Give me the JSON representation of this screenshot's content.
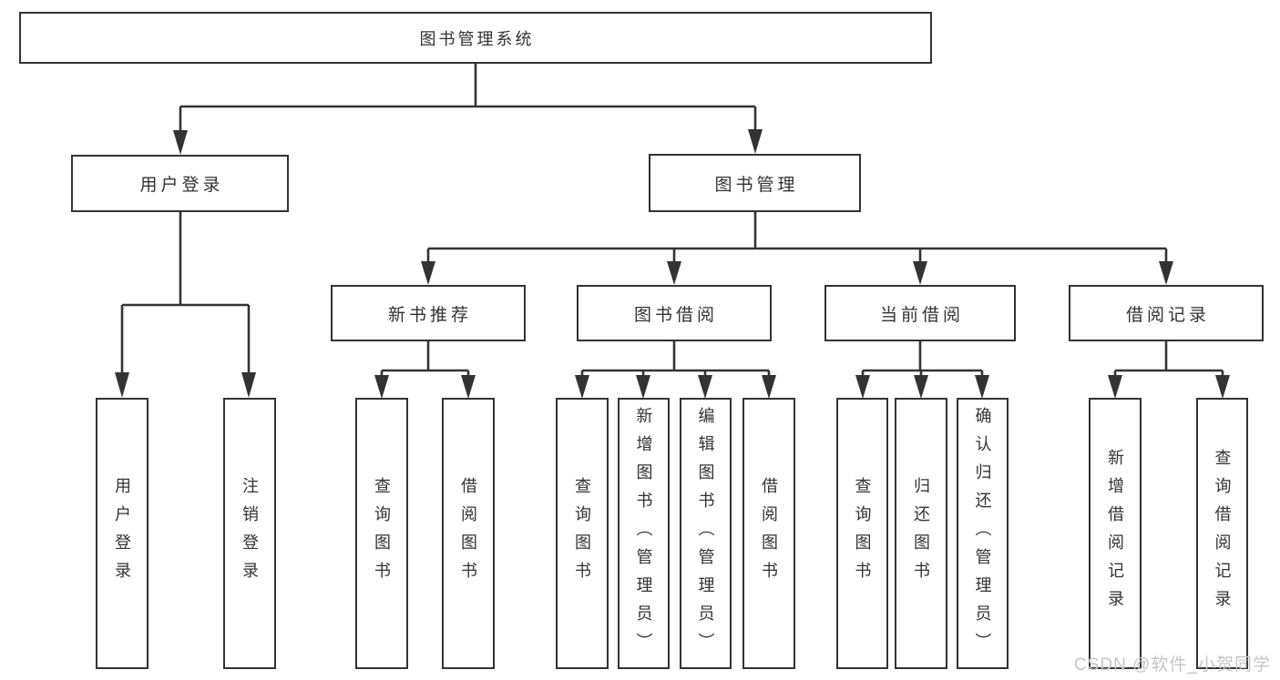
{
  "diagram": {
    "type": "hierarchy-tree",
    "orientation": "top-down",
    "tree": {
      "root": {
        "label": "图书管理系统",
        "children": [
          {
            "label": "用户登录",
            "children": [
              {
                "label": "用户登录"
              },
              {
                "label": "注销登录"
              }
            ]
          },
          {
            "label": "图书管理",
            "children": [
              {
                "label": "新书推荐",
                "children": [
                  {
                    "label": "查询图书"
                  },
                  {
                    "label": "借阅图书"
                  }
                ]
              },
              {
                "label": "图书借阅",
                "children": [
                  {
                    "label": "查询图书"
                  },
                  {
                    "label": "新增图书（管理员）"
                  },
                  {
                    "label": "编辑图书（管理员）"
                  },
                  {
                    "label": "借阅图书"
                  }
                ]
              },
              {
                "label": "当前借阅",
                "children": [
                  {
                    "label": "查询图书"
                  },
                  {
                    "label": "归还图书"
                  },
                  {
                    "label": "确认归还（管理员）"
                  }
                ]
              },
              {
                "label": "借阅记录",
                "children": [
                  {
                    "label": "新增借阅记录"
                  },
                  {
                    "label": "查询借阅记录"
                  }
                ]
              }
            ]
          }
        ]
      }
    }
  },
  "watermark": "CSDN @软件_小贺同学",
  "colors": {
    "line": "#333333",
    "box_border": "#333333",
    "box_background": "#ffffff",
    "text": "#333333",
    "watermark": "#c6c6c6",
    "page_background": "#ffffff"
  }
}
